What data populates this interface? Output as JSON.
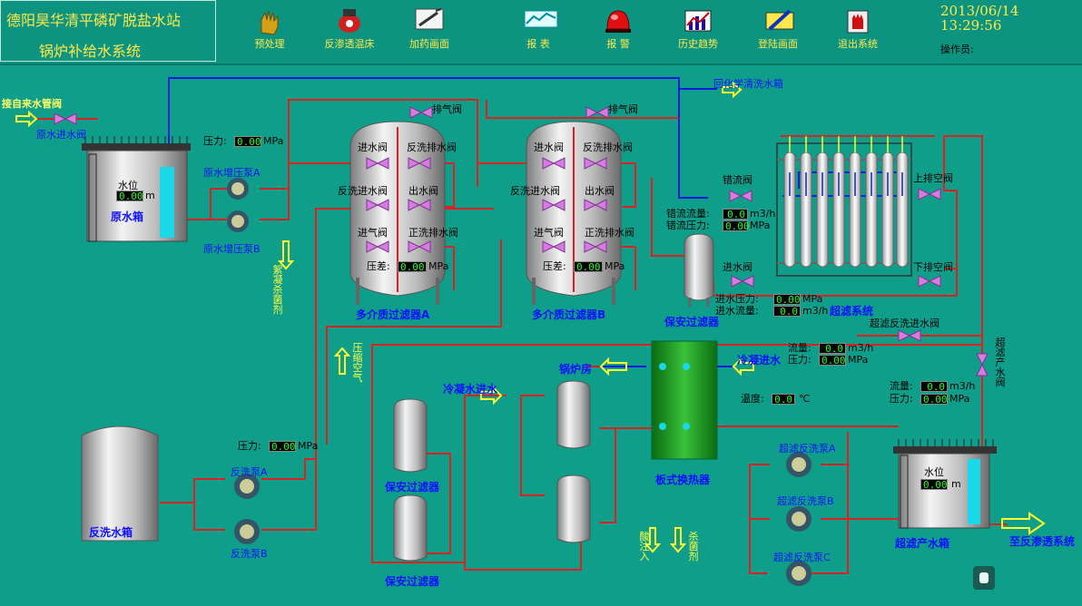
{
  "title": {
    "line1": "德阳昊华清平磷矿脱盐水站",
    "line2": "锅炉补给水系统"
  },
  "nav": [
    {
      "label": "预处理",
      "icon": "hand-icon"
    },
    {
      "label": "反渗透混床",
      "icon": "pump-icon"
    },
    {
      "label": "加药画面",
      "icon": "syringe-icon"
    },
    {
      "label": "报  表",
      "icon": "report-icon"
    },
    {
      "label": "报  警",
      "icon": "alarm-light-icon"
    },
    {
      "label": "历史趋势",
      "icon": "trend-icon"
    },
    {
      "label": "登陆画面",
      "icon": "login-icon"
    },
    {
      "label": "退出系统",
      "icon": "exit-icon"
    }
  ],
  "datetime": {
    "date": "2013/06/14",
    "time": "13:29:56"
  },
  "operator_label": "操作员:",
  "raw_side": {
    "inlet_label": "接自来水管阀",
    "inlet_valve": "原水进水阀",
    "tank_level_label": "水位",
    "tank_level_value": "0.00",
    "tank_level_unit": "m",
    "tank_name": "原水箱",
    "pump_a": "原水增压泵A",
    "pump_b": "原水增压泵B",
    "pressure_label": "压力:",
    "pressure_value": "0.00",
    "pressure_unit": "MPa",
    "dosing": "絮凝杀菌剂"
  },
  "filter": {
    "vent": "排气阀",
    "inlet": "进水阀",
    "backwash_drain": "反洗排水阀",
    "backwash_inlet": "反洗进水阀",
    "outlet": "出水阀",
    "air_inlet": "进气阀",
    "forward_drain": "正洗排水阀",
    "dp_label": "压差:",
    "dp_a": "0.00",
    "dp_b": "0.00",
    "dp_unit": "MPa",
    "name_a": "多介质过滤器A",
    "name_b": "多介质过滤器B",
    "compressed_air": "压缩空气"
  },
  "uf": {
    "return_label": "回化学清洗水箱",
    "reject_valve": "错流阀",
    "reject_flow_label": "错流流量:",
    "reject_flow_value": "0.0",
    "reject_flow_unit": "m3/h",
    "reject_pressure_label": "错流压力:",
    "reject_pressure_value": "0.00",
    "reject_pressure_unit": "MPa",
    "upper_vent": "上排空阀",
    "lower_vent": "下排空阀",
    "inlet_valve": "进水阀",
    "in_pressure_label": "进水压力:",
    "in_pressure_value": "0.00",
    "in_pressure_unit": "MPa",
    "in_flow_label": "进水流量:",
    "in_flow_value": "0.0",
    "in_flow_unit": "m3/h",
    "name": "超滤系统",
    "security_filter": "保安过滤器",
    "backwash_inlet": "超滤反洗进水阀",
    "product_valve": "超滤产水阀",
    "bw_flow_label": "流量:",
    "bw_flow_value": "0.0",
    "bw_flow_unit": "m3/h",
    "bw_pressure_label": "压力:",
    "bw_pressure_value": "0.00",
    "bw_pressure_unit": "MPa",
    "prod_flow_label": "流量:",
    "prod_flow_value": "0.0",
    "prod_flow_unit": "m3/h",
    "prod_pressure_label": "压力:",
    "prod_pressure_value": "0.00",
    "prod_pressure_unit": "MPa"
  },
  "heat": {
    "boiler_room": "锅炉房",
    "cooling_inlet": "冷凝进水",
    "condensate_inlet": "冷凝水进水",
    "temp_label": "温度:",
    "temp_value": "0.0",
    "temp_unit": "℃",
    "name": "板式换热器",
    "security_filter": "保安过滤器",
    "acid": "酸注入",
    "biocide": "杀菌剂"
  },
  "backwash": {
    "tank_name": "反洗水箱",
    "pump_a": "反洗泵A",
    "pump_b": "反洗泵B",
    "pressure_label": "压力:",
    "pressure_value": "0.00",
    "pressure_unit": "MPa",
    "security_filter": "保安过滤器"
  },
  "product": {
    "tank_level_label": "水位",
    "tank_level_value": "0.00",
    "tank_level_unit": "m",
    "tank_name": "超滤产水箱",
    "pump_a": "超滤反洗泵A",
    "pump_b": "超滤反洗泵B",
    "pump_c": "超滤反洗泵C",
    "to_ro": "至反渗透系统"
  }
}
